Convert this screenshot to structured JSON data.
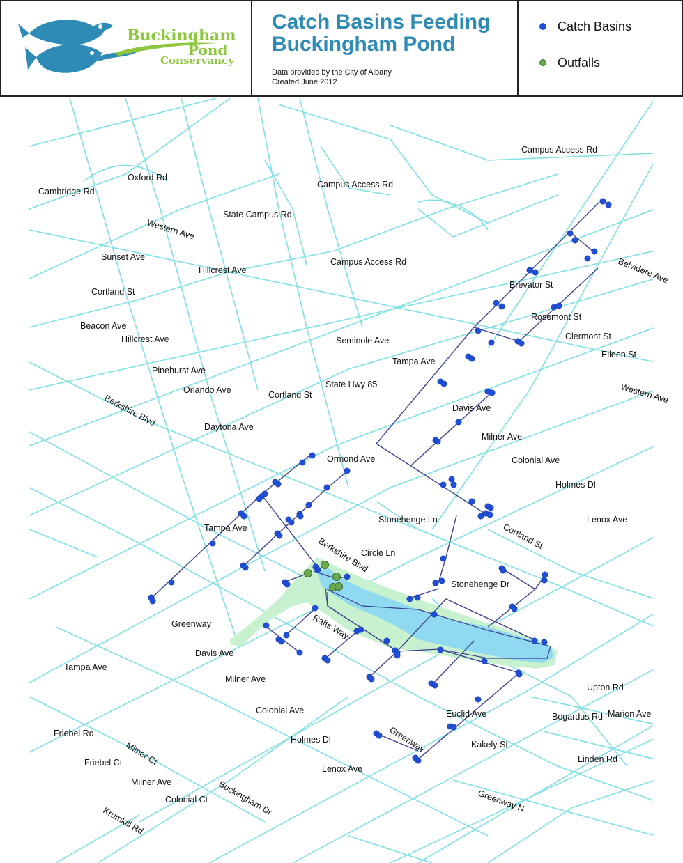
{
  "header": {
    "logo": {
      "line1": "Buckingham",
      "line2": "Pond",
      "line3": "Conservancy"
    },
    "title_line1": "Catch Basins Feeding",
    "title_line2": "Buckingham Pond",
    "source": "Data provided by the City of Albany",
    "created": "Created June 2012"
  },
  "legend": [
    {
      "label": "Catch Basins",
      "color": "#1f4fd8"
    },
    {
      "label": "Outfalls",
      "color": "#6aa84f"
    }
  ],
  "colors": {
    "street": "#7fe0e3",
    "pipe": "#3b3f8f",
    "park": "#c8f2cf",
    "pond": "#8fdaf0",
    "basin": "#1f4fd8",
    "outfall": "#6aa84f",
    "logo_fish": "#2e8bb5",
    "logo_text": "#8dc63f"
  },
  "streets": [
    "Campus Access Rd",
    "Oxford Rd",
    "Cambridge Rd",
    "Campus Access Rd",
    "State Campus Rd",
    "Western Ave",
    "Sunset Ave",
    "Hillcrest Ave",
    "Campus Access Rd",
    "Belvidere Ave",
    "Cortland St",
    "Brevator St",
    "Rosemont St",
    "Beacon Ave",
    "Hillcrest Ave",
    "Seminole Ave",
    "Clermont St",
    "Eileen St",
    "Tampa Ave",
    "Pinehurst Ave",
    "Orlando Ave",
    "State Hwy 85",
    "Cortland St",
    "Western Ave",
    "Berkshire Blvd",
    "Davis Ave",
    "Daytona Ave",
    "Milner Ave",
    "Ormond Ave",
    "Colonial Ave",
    "Holmes Dl",
    "Stonehenge Ln",
    "Lenox Ave",
    "Tampa Ave",
    "Cortland St",
    "Berkshire Blvd",
    "Circle Ln",
    "Stonehenge Dr",
    "Greenway",
    "Rafts Way",
    "Davis Ave",
    "Tampa Ave",
    "Milner Ave",
    "Upton Rd",
    "Colonial Ave",
    "Euclid Ave",
    "Bogardus Rd",
    "Marion Ave",
    "Friebel Rd",
    "Holmes Dl",
    "Greenway",
    "Kakely St",
    "Milner Ct",
    "Linden Rd",
    "Friebel Ct",
    "Lenox Ave",
    "Milner Ave",
    "Colonial Ct",
    "Buckingham Dr",
    "Greenway N",
    "Krumkill Rd"
  ]
}
